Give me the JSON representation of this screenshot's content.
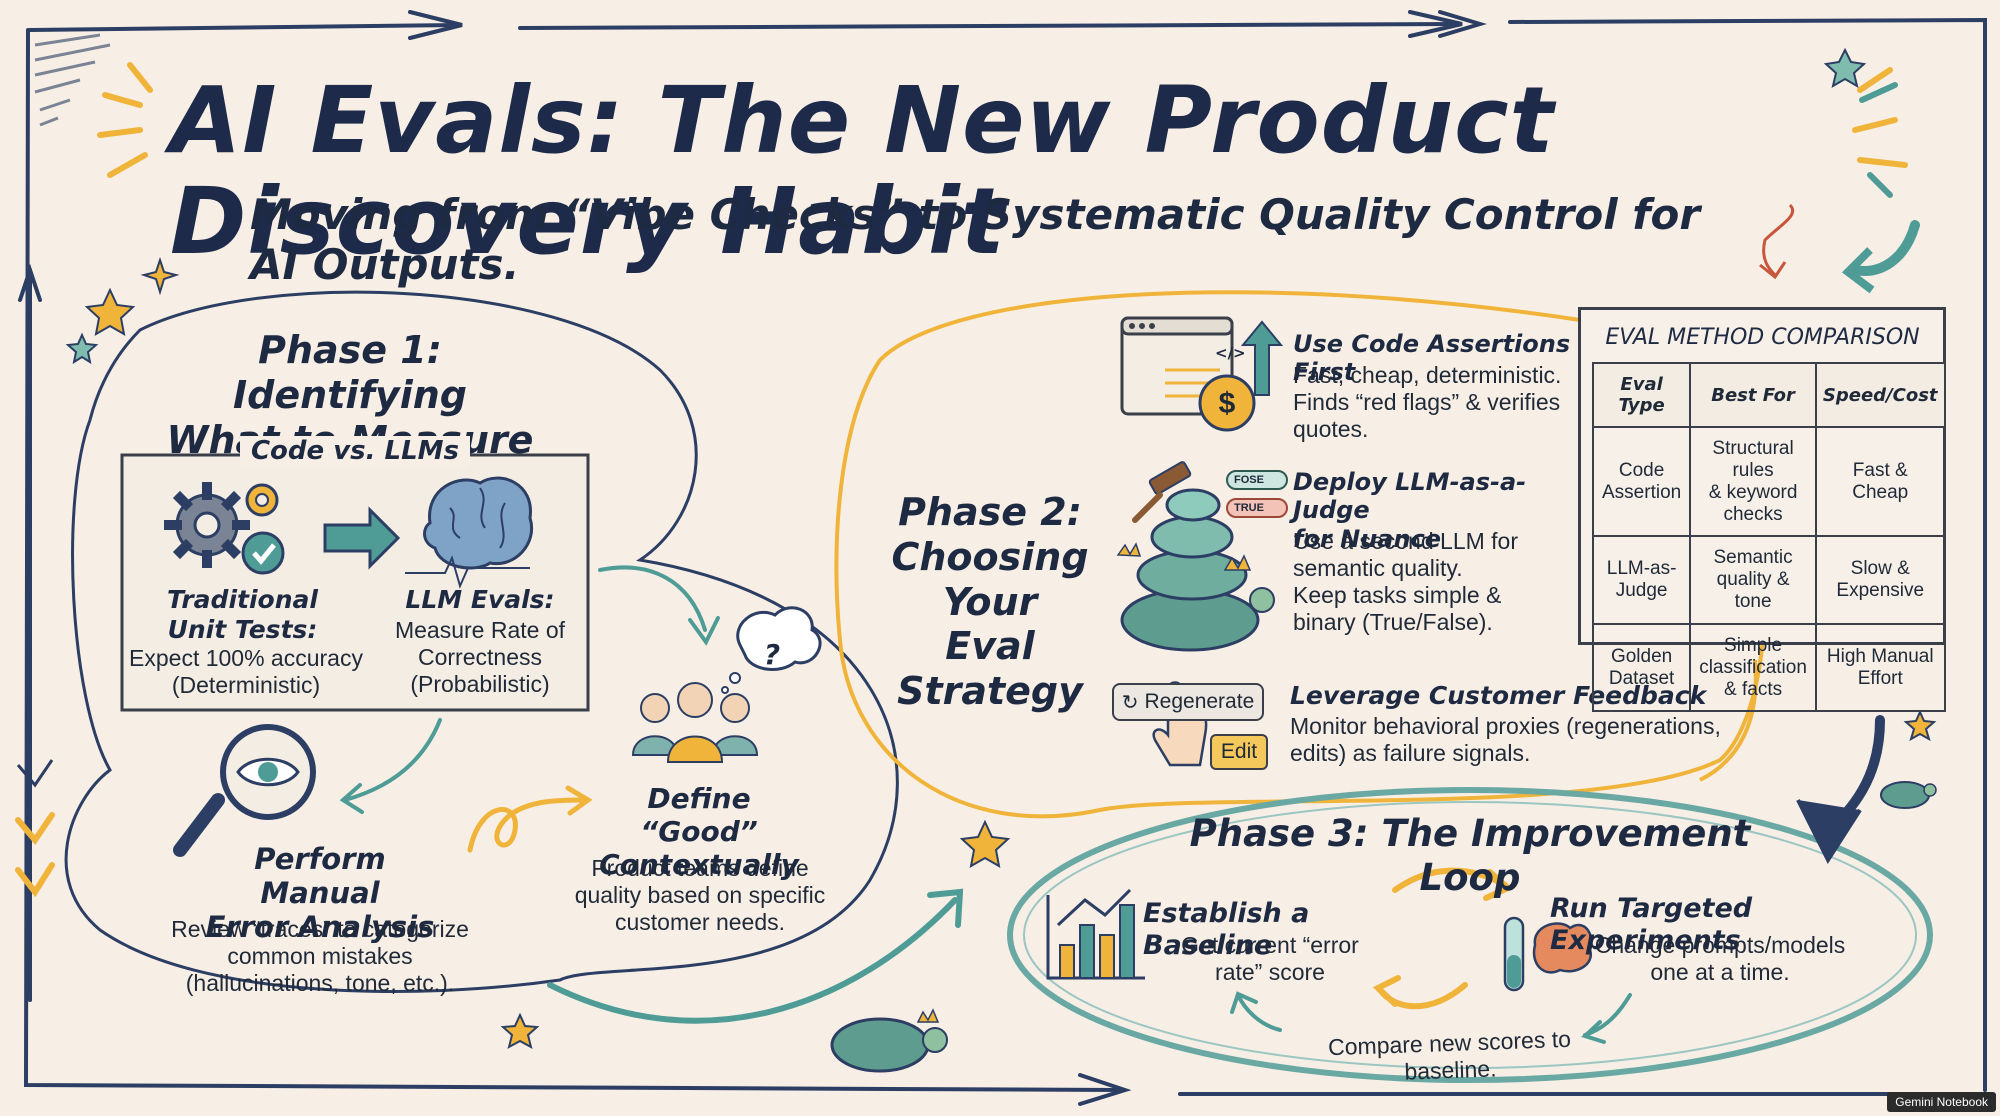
{
  "title": "AI Evals: The New Product Discovery Habit",
  "subtitle": "Moving from “Vibe Checks” to Systematic Quality Control for AI Outputs.",
  "phase1": {
    "title": "Phase 1: Identifying\nWhat to Measure",
    "box_title": "Code vs. LLMs",
    "traditional_title": "Traditional\nUnit Tests:",
    "traditional_desc": "Expect 100% accuracy\n(Deterministic)",
    "llm_title": "LLM Evals:",
    "llm_desc": "Measure Rate of\nCorrectness\n(Probabilistic)",
    "error_title": "Perform Manual\nError Analysis",
    "error_desc": "Review “traces” to categorize\ncommon mistakes\n(hallucinations, tone, etc.).",
    "good_title": "Define “Good”\nContextually",
    "good_desc": "Product teams define\nquality based on specific\ncustomer needs.",
    "question_mark": "?"
  },
  "phase2": {
    "title": "Phase 2:\nChoosing Your\nEval Strategy",
    "code_title": "Use Code Assertions First",
    "code_desc": "Fast, cheap, deterministic.\nFinds “red flags” & verifies\nquotes.",
    "judge_title": "Deploy LLM-as-a-Judge\nfor Nuance",
    "judge_desc": "Use a second LLM for\nsemantic quality.\nKeep tasks simple &\nbinary (True/False).",
    "feedback_title": "Leverage Customer Feedback",
    "feedback_desc": "Monitor behavioral proxies (regenerations,\nedits) as failure signals.",
    "regenerate_label": "Regenerate",
    "edit_label": "Edit",
    "toggle_false": "FOSE",
    "toggle_true": "TRUE",
    "code_glyph": "</>",
    "dollar_glyph": "$"
  },
  "table": {
    "title": "EVAL METHOD COMPARISON",
    "headers": [
      "Eval Type",
      "Best For",
      "Speed/Cost"
    ],
    "rows": [
      [
        "Code\nAssertion",
        "Structural rules\n& keyword\nchecks",
        "Fast &\nCheap"
      ],
      [
        "LLM-as-\nJudge",
        "Semantic\nquality & tone",
        "Slow &\nExpensive"
      ],
      [
        "Golden\nDataset",
        "Simple\nclassification\n& facts",
        "High Manual\nEffort"
      ]
    ]
  },
  "phase3": {
    "title": "Phase 3: The Improvement Loop",
    "baseline_title": "Establish a Baseline",
    "baseline_desc": "Get current “error\nrate” score",
    "experiment_title": "Run Targeted Experiments",
    "experiment_desc": "Change prompts/models\none at a time.",
    "compare_text": "Compare new scores to baseline."
  },
  "watermark": "Gemini Notebook",
  "colors": {
    "ink": "#1e2942",
    "teal": "#4f9c97",
    "gold": "#f0b43a",
    "paper": "#f7efe6"
  },
  "icons": [
    "gear-icon",
    "check-icon",
    "arrow-right-icon",
    "brain-icon",
    "magnifier-eye-icon",
    "people-icon",
    "question-bubble-icon",
    "code-window-icon",
    "dollar-coin-icon",
    "gavel-icon",
    "turtle-stack-icon",
    "hand-cursor-icon",
    "bar-chart-icon",
    "test-tube-icon",
    "turtle-icon",
    "star-icon"
  ]
}
